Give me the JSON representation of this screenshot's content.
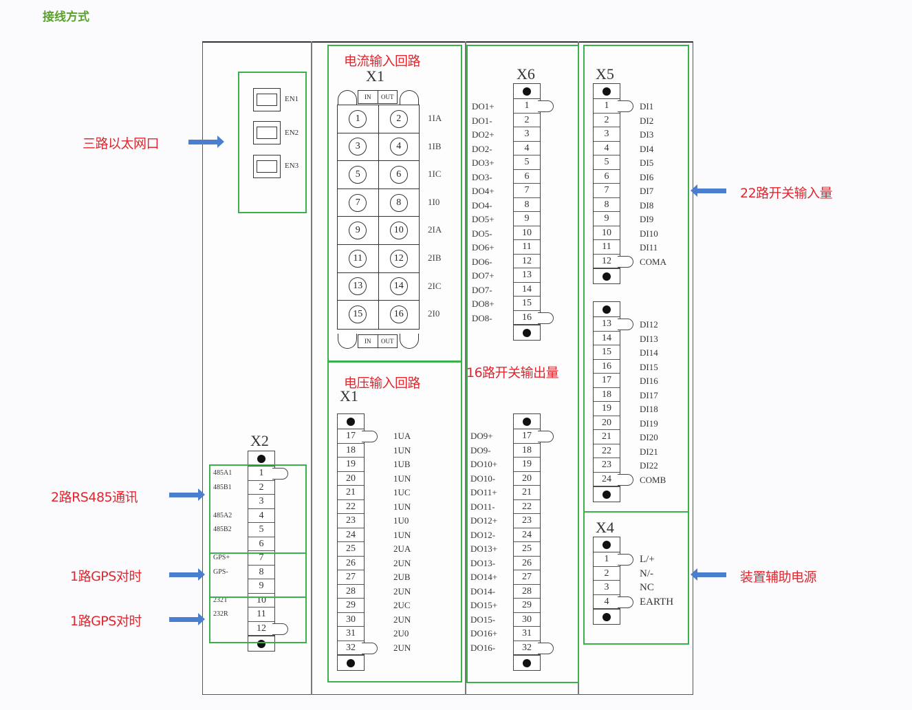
{
  "title": "接线方式",
  "colors": {
    "callout_text": "#e0262e",
    "arrow": "#4a7fd0",
    "highlight_box": "#3ab04a",
    "title": "#5aa02c"
  },
  "callouts": {
    "ethernet": "三路以太网口",
    "rs485": "2路RS485通讯",
    "gps1": "1路GPS对时",
    "gps2": "1路GPS对时",
    "di": "22路开关输入量",
    "power": "装置辅助电源"
  },
  "ethernet": {
    "ports": [
      "EN1",
      "EN2",
      "EN3"
    ]
  },
  "current_input": {
    "title": "电流输入回路",
    "connector": "X1",
    "cap_labels": [
      "IN",
      "OUT"
    ],
    "rows": [
      {
        "pins": [
          "1",
          "2"
        ],
        "label": "1IA"
      },
      {
        "pins": [
          "3",
          "4"
        ],
        "label": "1IB"
      },
      {
        "pins": [
          "5",
          "6"
        ],
        "label": "1IC"
      },
      {
        "pins": [
          "7",
          "8"
        ],
        "label": "1I0"
      },
      {
        "pins": [
          "9",
          "10"
        ],
        "label": "2IA"
      },
      {
        "pins": [
          "11",
          "12"
        ],
        "label": "2IB"
      },
      {
        "pins": [
          "13",
          "14"
        ],
        "label": "2IC"
      },
      {
        "pins": [
          "15",
          "16"
        ],
        "label": "2I0"
      }
    ]
  },
  "voltage_input": {
    "title": "电压输入回路",
    "connector": "X1",
    "pins": [
      "17",
      "18",
      "19",
      "20",
      "21",
      "22",
      "23",
      "24",
      "25",
      "26",
      "27",
      "28",
      "29",
      "30",
      "31",
      "32"
    ],
    "labels": [
      "1UA",
      "1UN",
      "1UB",
      "1UN",
      "1UC",
      "1UN",
      "1U0",
      "1UN",
      "2UA",
      "2UN",
      "2UB",
      "2UN",
      "2UC",
      "2UN",
      "2U0",
      "2UN"
    ]
  },
  "digital_output": {
    "title": "16路开关输出量",
    "connector": "X6",
    "upper_pins": [
      "1",
      "2",
      "3",
      "4",
      "5",
      "6",
      "7",
      "8",
      "9",
      "10",
      "11",
      "12",
      "13",
      "14",
      "15",
      "16"
    ],
    "upper_labels": [
      "DO1+",
      "DO1-",
      "DO2+",
      "DO2-",
      "DO3+",
      "DO3-",
      "DO4+",
      "DO4-",
      "DO5+",
      "DO5-",
      "DO6+",
      "DO6-",
      "DO7+",
      "DO7-",
      "DO8+",
      "DO8-"
    ],
    "lower_pins": [
      "17",
      "18",
      "19",
      "20",
      "21",
      "22",
      "23",
      "24",
      "25",
      "26",
      "27",
      "28",
      "29",
      "30",
      "31",
      "32"
    ],
    "lower_labels": [
      "DO9+",
      "DO9-",
      "DO10+",
      "DO10-",
      "DO11+",
      "DO11-",
      "DO12+",
      "DO12-",
      "DO13+",
      "DO13-",
      "DO14+",
      "DO14-",
      "DO15+",
      "DO15-",
      "DO16+",
      "DO16-"
    ]
  },
  "digital_input": {
    "connector": "X5",
    "upper_pins": [
      "1",
      "2",
      "3",
      "4",
      "5",
      "6",
      "7",
      "8",
      "9",
      "10",
      "11",
      "12"
    ],
    "upper_labels": [
      "DI1",
      "DI2",
      "DI3",
      "DI4",
      "DI5",
      "DI6",
      "DI7",
      "DI8",
      "DI9",
      "DI10",
      "DI11",
      "COMA"
    ],
    "lower_pins": [
      "13",
      "14",
      "15",
      "16",
      "17",
      "18",
      "19",
      "20",
      "21",
      "22",
      "23",
      "24"
    ],
    "lower_labels": [
      "DI12",
      "DI13",
      "DI14",
      "DI15",
      "DI16",
      "DI17",
      "DI18",
      "DI19",
      "DI20",
      "DI21",
      "DI22",
      "COMB"
    ]
  },
  "power": {
    "connector": "X4",
    "pins": [
      "1",
      "2",
      "3",
      "4"
    ],
    "labels": [
      "L/+",
      "N/-",
      "NC",
      "EARTH"
    ]
  },
  "comm": {
    "connector": "X2",
    "pins": [
      "1",
      "2",
      "3",
      "4",
      "5",
      "6",
      "7",
      "8",
      "9",
      "10",
      "11",
      "12"
    ],
    "labels": [
      "485A1",
      "485B1",
      "",
      "485A2",
      "485B2",
      "",
      "GPS+",
      "GPS-",
      "",
      "232T",
      "232R",
      ""
    ]
  }
}
